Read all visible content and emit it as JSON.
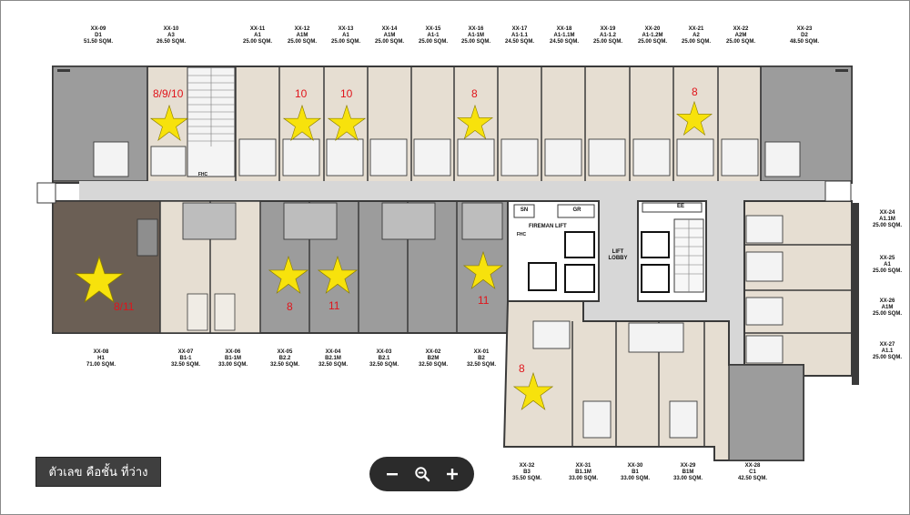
{
  "units_top": [
    {
      "code": "XX-09",
      "type": "D1",
      "size": "51.50 SQM."
    },
    {
      "code": "XX-10",
      "type": "A3",
      "size": "26.50 SQM."
    },
    {
      "code": "XX-11",
      "type": "A1",
      "size": "25.00 SQM."
    },
    {
      "code": "XX-12",
      "type": "A1M",
      "size": "25.00 SQM."
    },
    {
      "code": "XX-13",
      "type": "A1",
      "size": "25.00 SQM."
    },
    {
      "code": "XX-14",
      "type": "A1M",
      "size": "25.00 SQM."
    },
    {
      "code": "XX-15",
      "type": "A1-1",
      "size": "25.00 SQM."
    },
    {
      "code": "XX-16",
      "type": "A1-1M",
      "size": "25.00 SQM."
    },
    {
      "code": "XX-17",
      "type": "A1-1.1",
      "size": "24.50 SQM."
    },
    {
      "code": "XX-18",
      "type": "A1-1.1M",
      "size": "24.50 SQM."
    },
    {
      "code": "XX-19",
      "type": "A1-1.2",
      "size": "25.00 SQM."
    },
    {
      "code": "XX-20",
      "type": "A1-1.2M",
      "size": "25.00 SQM."
    },
    {
      "code": "XX-21",
      "type": "A2",
      "size": "25.00 SQM."
    },
    {
      "code": "XX-22",
      "type": "A2M",
      "size": "25.00 SQM."
    },
    {
      "code": "XX-23",
      "type": "D2",
      "size": "48.50 SQM."
    }
  ],
  "units_right": [
    {
      "code": "XX-24",
      "type": "A1.1M",
      "size": "25.00 SQM."
    },
    {
      "code": "XX-25",
      "type": "A1",
      "size": "25.00 SQM."
    },
    {
      "code": "XX-26",
      "type": "A1M",
      "size": "25.00 SQM."
    },
    {
      "code": "XX-27",
      "type": "A1.1",
      "size": "25.00 SQM."
    }
  ],
  "units_middle": [
    {
      "code": "XX-08",
      "type": "H1",
      "size": "71.00 SQM."
    },
    {
      "code": "XX-07",
      "type": "B1-1",
      "size": "32.50 SQM."
    },
    {
      "code": "XX-06",
      "type": "B1-1M",
      "size": "33.00 SQM."
    },
    {
      "code": "XX-05",
      "type": "B2.2",
      "size": "32.50 SQM."
    },
    {
      "code": "XX-04",
      "type": "B2.1M",
      "size": "32.50 SQM."
    },
    {
      "code": "XX-03",
      "type": "B2.1",
      "size": "32.50 SQM."
    },
    {
      "code": "XX-02",
      "type": "B2M",
      "size": "32.50 SQM."
    },
    {
      "code": "XX-01",
      "type": "B2",
      "size": "32.50 SQM."
    }
  ],
  "units_bottom": [
    {
      "code": "XX-32",
      "type": "B3",
      "size": "35.50 SQM."
    },
    {
      "code": "XX-31",
      "type": "B1.1M",
      "size": "33.00 SQM."
    },
    {
      "code": "XX-30",
      "type": "B1",
      "size": "33.00 SQM."
    },
    {
      "code": "XX-29",
      "type": "B1M",
      "size": "33.00 SQM."
    },
    {
      "code": "XX-28",
      "type": "C1",
      "size": "42.50 SQM."
    }
  ],
  "available_floors": [
    "8/9/10",
    "10",
    "10",
    "8",
    "8",
    "8/11",
    "8",
    "11",
    "11",
    "8"
  ],
  "core_labels": {
    "fireman_lift": "FIREMAN LIFT",
    "lift_lobby": "LIFT LOBBY",
    "sn": "SN",
    "gr": "GR",
    "ee": "EE",
    "fhc": "FHC"
  },
  "legend": "ตัวเลข คือชั้น ที่ว่าง",
  "zoom": {
    "out_icon": "minus-icon",
    "reset_icon": "magnifier-icon",
    "in_icon": "plus-icon"
  },
  "colors": {
    "star": "#f7e20c",
    "floor_number": "#e0141b",
    "corridor": "#d7d7d7",
    "unit_beige": "#e6ded2",
    "unit_gray": "#9c9c9c",
    "unit_brown": "#6b5f55",
    "wall": "#3a3a3a",
    "legend_bg": "#3f3f3f",
    "zoom_bg": "#2b2b2b"
  }
}
